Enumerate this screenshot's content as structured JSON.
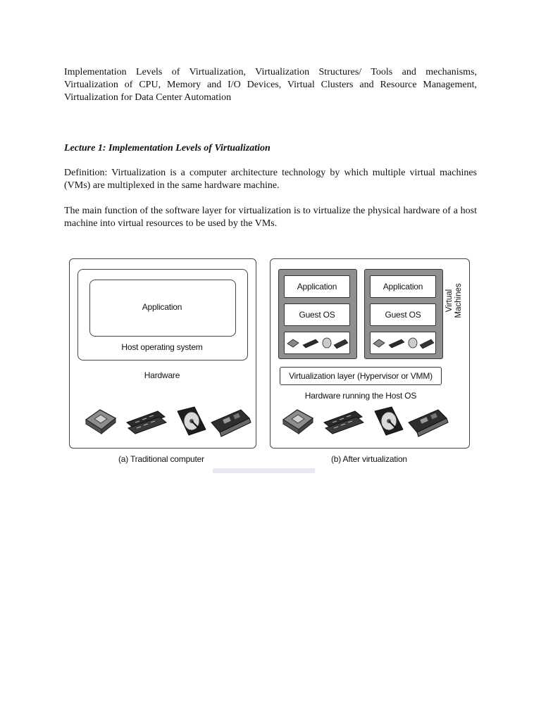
{
  "doc": {
    "intro": "Implementation Levels of Virtualization, Virtualization Structures/ Tools and mechanisms, Virtualization of CPU, Memory and I/O Devices, Virtual Clusters and Resource Management, Virtualization for Data Center Automation",
    "heading": "Lecture 1: Implementation Levels of Virtualization",
    "definition": "Definition: Virtualization is a computer architecture technology by which multiple virtual machines (VMs) are multiplexed in the same hardware machine.",
    "main_function": "The main function of the software layer for virtualization is to virtualize the physical hardware of a host machine into virtual resources to be used by the VMs."
  },
  "figure": {
    "left": {
      "application": "Application",
      "host_os": "Host operating system",
      "hardware": "Hardware",
      "caption": "(a) Traditional computer"
    },
    "right": {
      "vm1_app": "Application",
      "vm1_os": "Guest OS",
      "vm2_app": "Application",
      "vm2_os": "Guest OS",
      "vm_label_line1": "Virtual",
      "vm_label_line2": "Machines",
      "virt_layer": "Virtualization layer (Hypervisor or VMM)",
      "hw_host": "Hardware running the Host OS",
      "caption": "(b) After virtualization"
    },
    "icons": [
      "cpu-icon",
      "memory-icon",
      "disk-icon",
      "network-card-icon"
    ]
  }
}
